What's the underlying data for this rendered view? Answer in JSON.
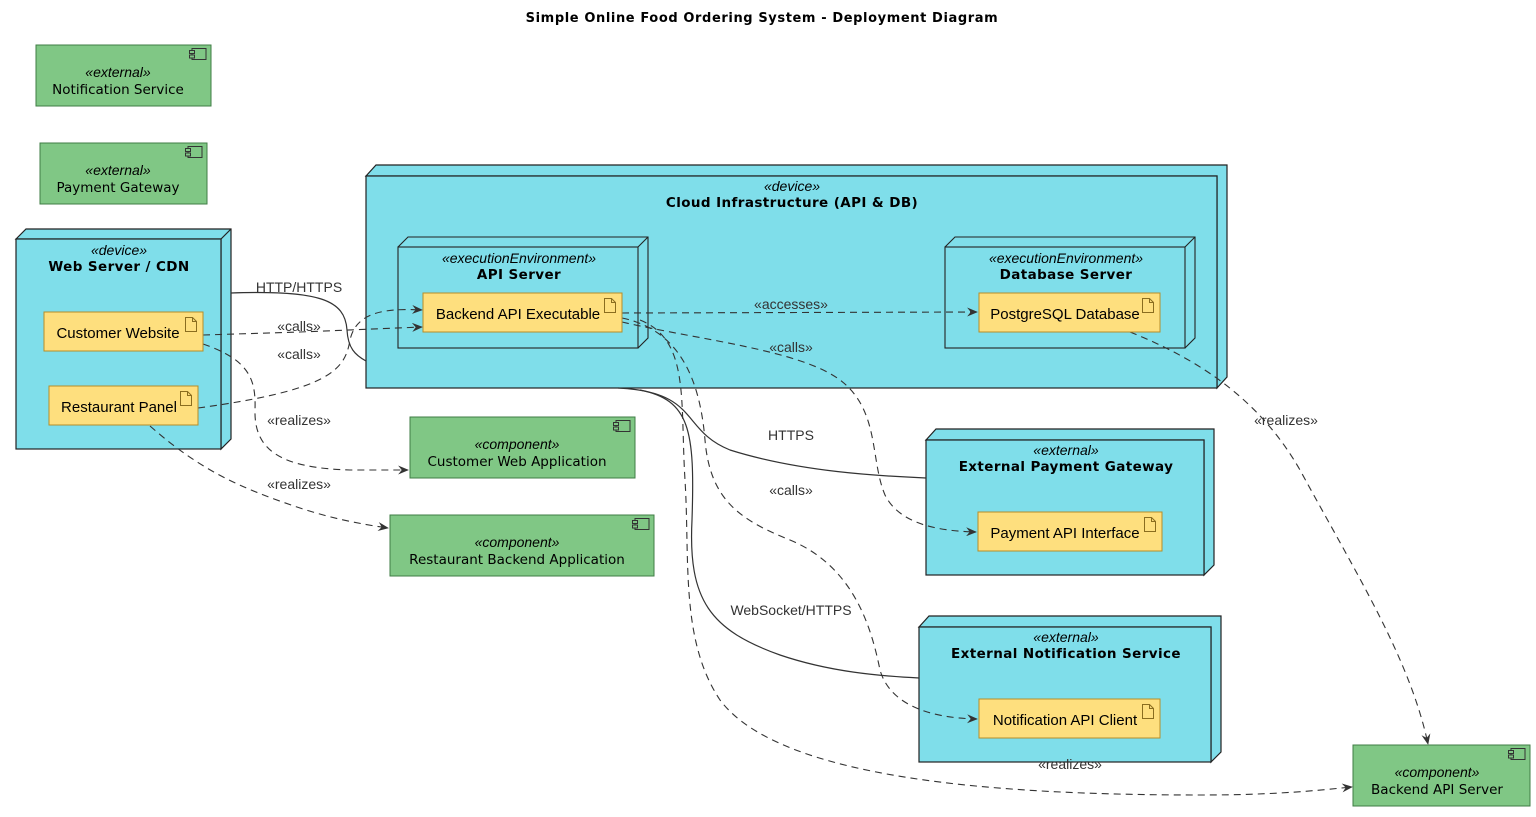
{
  "title": "Simple Online Food Ordering System - Deployment Diagram",
  "external_components": {
    "notification": {
      "stereotype": "«external»",
      "name": "Notification Service"
    },
    "payment": {
      "stereotype": "«external»",
      "name": "Payment Gateway"
    }
  },
  "nodes": {
    "web_server": {
      "stereotype": "«device»",
      "name": "Web Server / CDN"
    },
    "cloud": {
      "stereotype": "«device»",
      "name": "Cloud Infrastructure (API & DB)"
    },
    "api_server": {
      "stereotype": "«executionEnvironment»",
      "name": "API Server"
    },
    "db_server": {
      "stereotype": "«executionEnvironment»",
      "name": "Database Server"
    },
    "ext_payment": {
      "stereotype": "«external»",
      "name": "External Payment Gateway"
    },
    "ext_notification": {
      "stereotype": "«external»",
      "name": "External Notification Service"
    }
  },
  "artifacts": {
    "customer_website": "Customer Website",
    "restaurant_panel": "Restaurant Panel",
    "backend_api": "Backend API Executable",
    "postgres": "PostgreSQL Database",
    "payment_api": "Payment API Interface",
    "notification_client": "Notification API Client"
  },
  "components": {
    "customer_web_app": {
      "stereotype": "«component»",
      "name": "Customer Web Application"
    },
    "restaurant_backend": {
      "stereotype": "«component»",
      "name": "Restaurant Backend Application"
    },
    "backend_api_server": {
      "stereotype": "«component»",
      "name": "Backend API Server"
    }
  },
  "edge_labels": {
    "http_https": "HTTP/HTTPS",
    "calls_website": "«calls»",
    "calls_panel": "«calls»",
    "realizes_website": "«realizes»",
    "realizes_panel": "«realizes»",
    "accesses": "«accesses»",
    "calls_payment": "«calls»",
    "calls_notification": "«calls»",
    "https": "HTTPS",
    "websocket": "WebSocket/HTTPS",
    "realizes_db": "«realizes»",
    "realizes_api": "«realizes»"
  }
}
